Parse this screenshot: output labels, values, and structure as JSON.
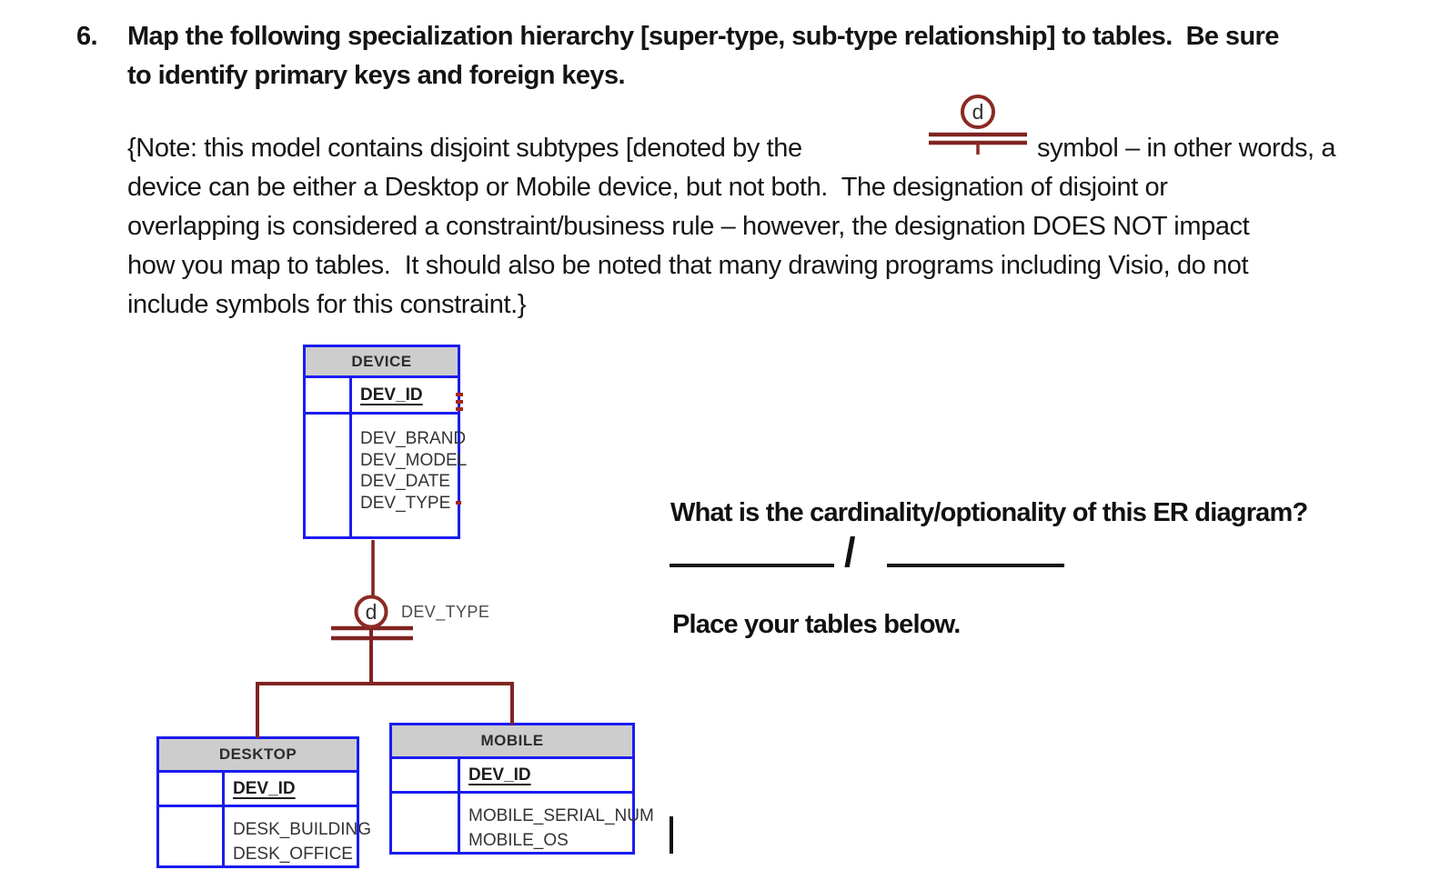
{
  "question": {
    "number": "6.",
    "title_line1": "Map the following specialization hierarchy [super-type, sub-type relationship] to tables.  Be sure",
    "title_line2": "to identify primary keys and foreign keys."
  },
  "note": {
    "line1_before": "{Note: this model contains disjoint subtypes [denoted by the",
    "line1_after": "symbol – in other words, a",
    "line2": "device can be either a Desktop or Mobile device, but not both.  The designation of disjoint or",
    "line3": "overlapping is considered a constraint/business rule – however, the designation DOES NOT impact",
    "line4": "how you map to tables.  It should also be noted that many drawing programs including Visio, do not",
    "line5": "include symbols for this constraint.}"
  },
  "diagram": {
    "disjoint": {
      "letter": "d",
      "label": "DEV_TYPE"
    },
    "entities": [
      {
        "name": "DEVICE",
        "pk": "DEV_ID",
        "attributes": [
          "DEV_BRAND",
          "DEV_MODEL",
          "DEV_DATE",
          "DEV_TYPE"
        ]
      },
      {
        "name": "DESKTOP",
        "pk": "DEV_ID",
        "attributes": [
          "DESK_BUILDING",
          "DESK_OFFICE"
        ]
      },
      {
        "name": "MOBILE",
        "pk": "DEV_ID",
        "attributes": [
          "MOBILE_SERIAL_NUM",
          "MOBILE_OS"
        ]
      }
    ],
    "colors": {
      "entity_border": "#1b1cf0",
      "header_fill": "#cdcdcd",
      "connector": "#7f2421",
      "connection_mark": "#a82318"
    }
  },
  "side": {
    "cardinality_question": "What is the cardinality/optionality of this ER diagram?",
    "slash": "/",
    "place_tables": "Place your tables below."
  }
}
